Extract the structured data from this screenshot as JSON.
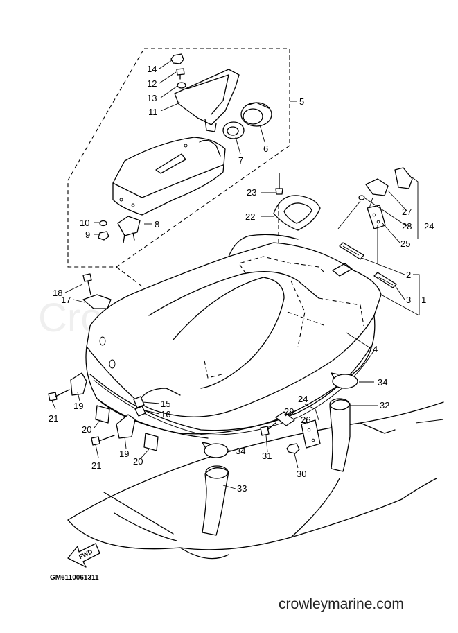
{
  "watermark": "Crowley Marine",
  "diagram_code": "GM6110061311",
  "footer_site": "crowleymarine.com",
  "fwd_label": "FWD",
  "callouts": {
    "c14": "14",
    "c12": "12",
    "c13": "13",
    "c11": "11",
    "c5": "5",
    "c6": "6",
    "c7": "7",
    "c23": "23",
    "c22": "22",
    "c10": "10",
    "c9": "9",
    "c8": "8",
    "c27": "27",
    "c28": "28",
    "c24a": "24",
    "c25": "25",
    "c2": "2",
    "c3": "3",
    "c1": "1",
    "c18": "18",
    "c17": "17",
    "c4": "4",
    "c34a": "34",
    "c32": "32",
    "c24b": "24",
    "c29": "29",
    "c26": "26",
    "c15": "15",
    "c16": "16",
    "c19a": "19",
    "c21a": "21",
    "c20a": "20",
    "c19b": "19",
    "c21b": "21",
    "c20b": "20",
    "c34b": "34",
    "c31": "31",
    "c30": "30",
    "c33": "33"
  }
}
